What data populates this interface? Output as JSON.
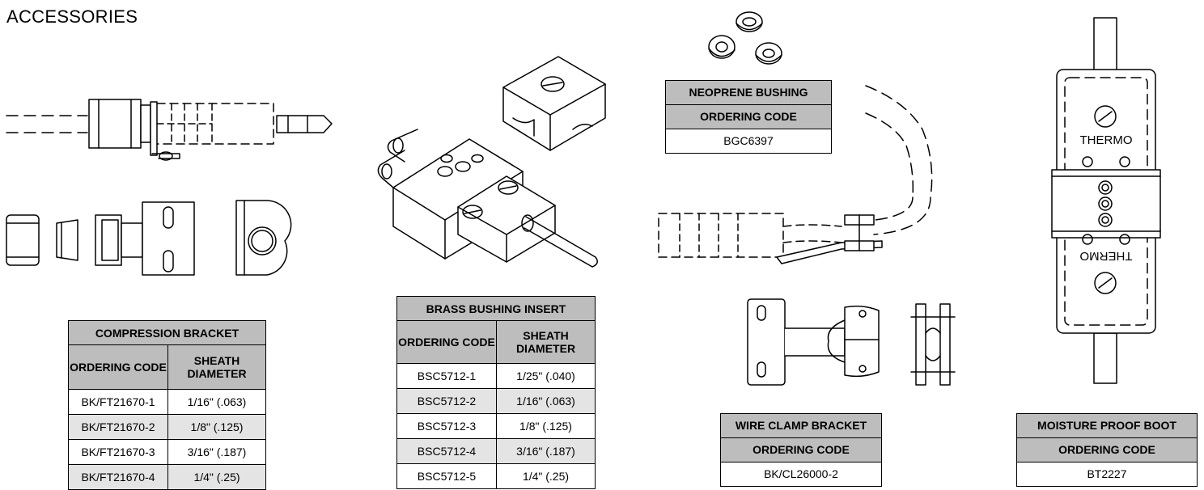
{
  "title": "ACCESSORIES",
  "compression_bracket": {
    "title": "COMPRESSION BRACKET",
    "col1": "ORDERING CODE",
    "col2": "SHEATH DIAMETER",
    "rows": [
      {
        "code": "BK/FT21670-1",
        "diameter": "1/16\" (.063)"
      },
      {
        "code": "BK/FT21670-2",
        "diameter": "1/8\" (.125)"
      },
      {
        "code": "BK/FT21670-3",
        "diameter": "3/16\" (.187)"
      },
      {
        "code": "BK/FT21670-4",
        "diameter": "1/4\" (.25)"
      }
    ]
  },
  "brass_bushing": {
    "title": "BRASS BUSHING INSERT",
    "col1": "ORDERING CODE",
    "col2": "SHEATH DIAMETER",
    "rows": [
      {
        "code": "BSC5712-1",
        "diameter": "1/25\" (.040)"
      },
      {
        "code": "BSC5712-2",
        "diameter": "1/16\" (.063)"
      },
      {
        "code": "BSC5712-3",
        "diameter": "1/8\" (.125)"
      },
      {
        "code": "BSC5712-4",
        "diameter": "3/16\" (.187)"
      },
      {
        "code": "BSC5712-5",
        "diameter": "1/4\" (.25)"
      }
    ]
  },
  "neoprene_bushing": {
    "title": "NEOPRENE BUSHING",
    "label": "ORDERING CODE",
    "code": "BGC6397"
  },
  "wire_clamp": {
    "title": "WIRE CLAMP BRACKET",
    "label": "ORDERING CODE",
    "code": "BK/CL26000-2"
  },
  "moisture_boot": {
    "title": "MOISTURE PROOF BOOT",
    "label": "ORDERING CODE",
    "code": "BT2227",
    "brand_top": "THERMO",
    "brand_bottom": "THERMO"
  }
}
